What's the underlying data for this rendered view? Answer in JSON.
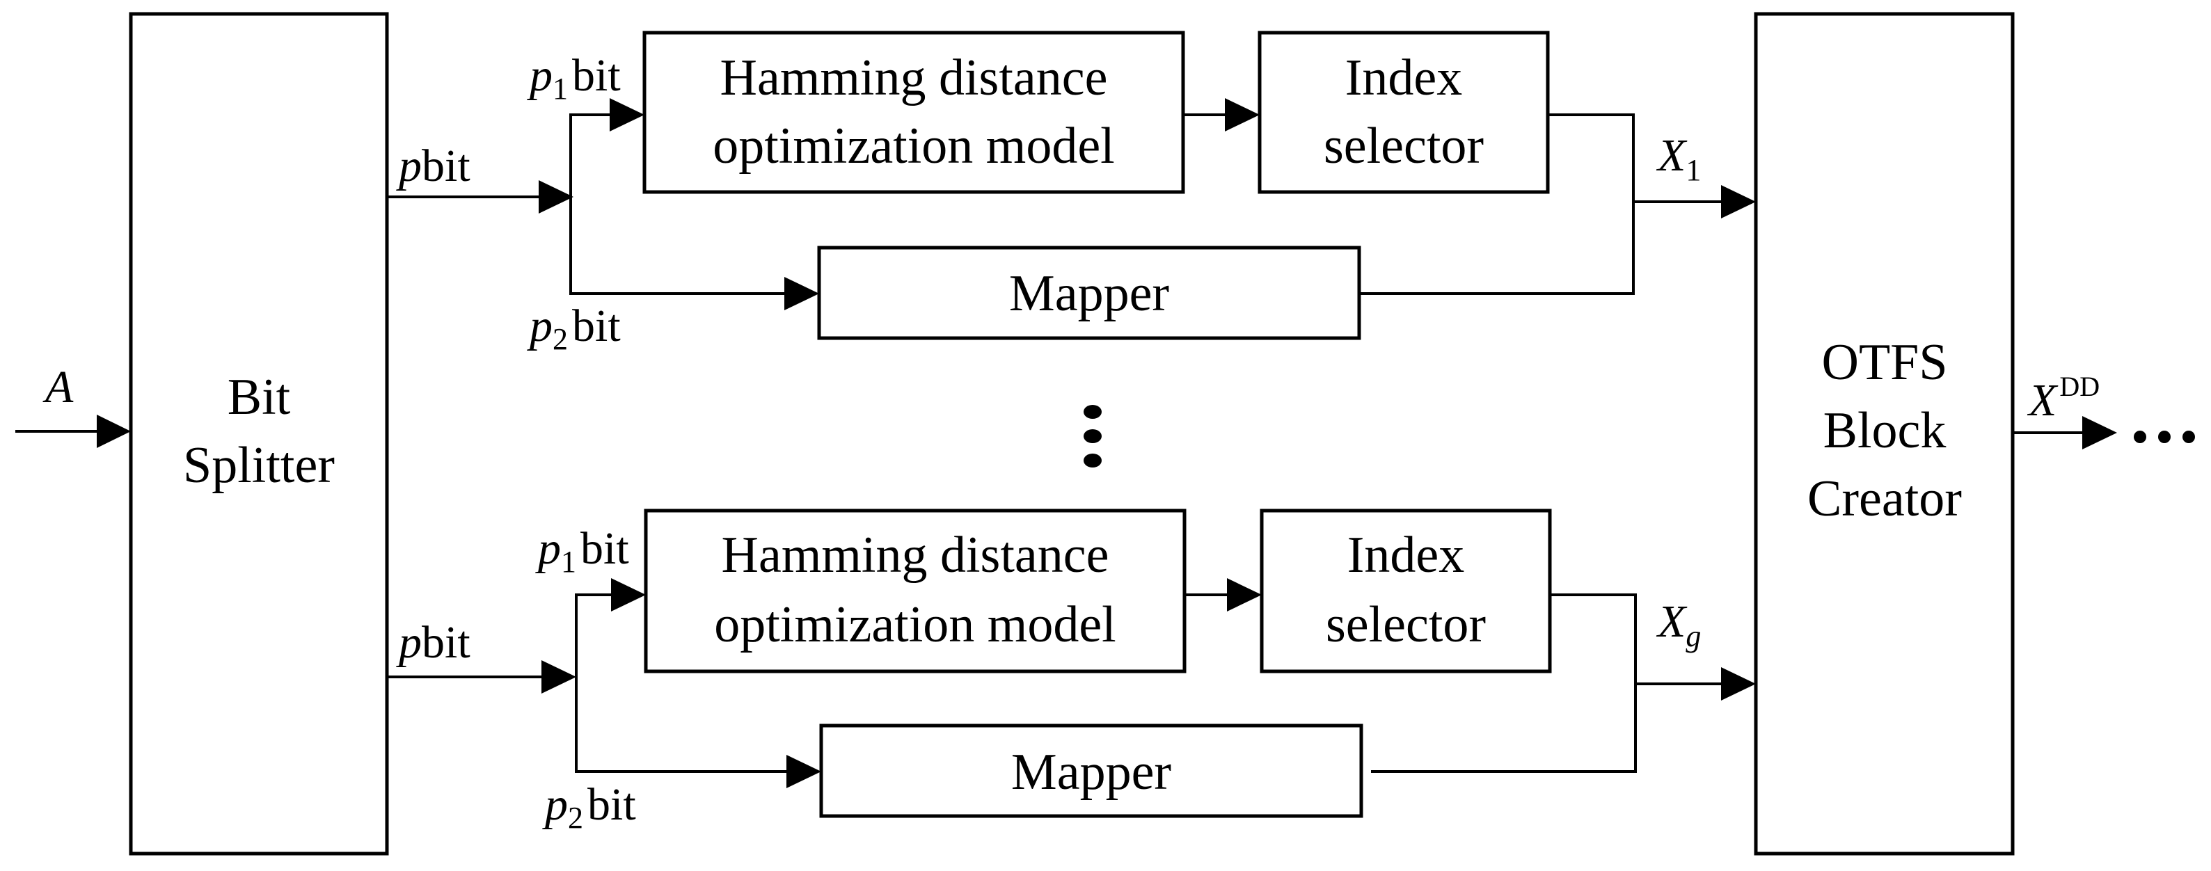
{
  "blocks": {
    "bit_splitter": [
      "Bit",
      "Splitter"
    ],
    "hamming_top": [
      "Hamming distance",
      "optimization model"
    ],
    "index_top": [
      "Index",
      "selector"
    ],
    "mapper_top": "Mapper",
    "hamming_bottom": [
      "Hamming distance",
      "optimization model"
    ],
    "index_bottom": [
      "Index",
      "selector"
    ],
    "mapper_bottom": "Mapper",
    "otfs": [
      "OTFS",
      "Block",
      "Creator"
    ]
  },
  "labels": {
    "input": "A",
    "p_top": {
      "var": "p",
      "unit": "bit"
    },
    "p_bottom": {
      "var": "p",
      "unit": "bit"
    },
    "p1_top": {
      "var": "p",
      "sub": "1",
      "unit": "bit"
    },
    "p2_top": {
      "var": "p",
      "sub": "2",
      "unit": "bit"
    },
    "p1_bottom": {
      "var": "p",
      "sub": "1",
      "unit": "bit"
    },
    "p2_bottom": {
      "var": "p",
      "sub": "2",
      "unit": "bit"
    },
    "x1": {
      "var": "X",
      "sub": "1"
    },
    "xg": {
      "var": "X",
      "sub": "g"
    },
    "xdd": {
      "var": "X",
      "sup": "DD"
    },
    "vertical_ellipsis": "⋮",
    "output_ellipsis": "…"
  }
}
